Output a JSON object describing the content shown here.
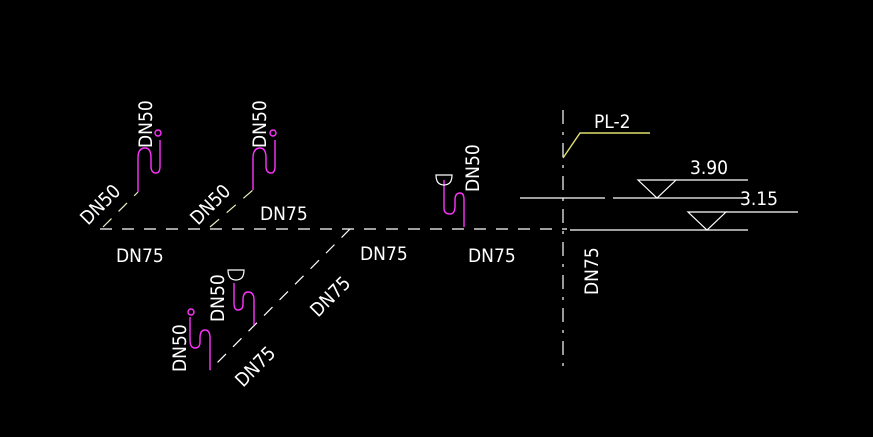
{
  "labels": {
    "dn50_top_left": "DN50",
    "dn50_top_mid": "DN50",
    "dn50_branch_left": "DN50",
    "dn50_branch_mid": "DN50",
    "dn75_main_top": "DN75",
    "dn75_main_left": "DN75",
    "dn75_main_center": "DN75",
    "dn75_main_right": "DN75",
    "dn50_right_trap": "DN50",
    "dn75_diagonal": "DN75",
    "dn50_lower_a": "DN50",
    "dn50_lower_b": "DN50",
    "dn75_lower_diag": "DN75",
    "dn75_riser": "DN75",
    "riser_tag": "PL-2",
    "elev_upper": "3.90",
    "elev_lower": "3.15"
  },
  "colors": {
    "background": "#000000",
    "pipe": "#ffffff",
    "trap": "#ff33ff",
    "leader": "#e0e070"
  }
}
